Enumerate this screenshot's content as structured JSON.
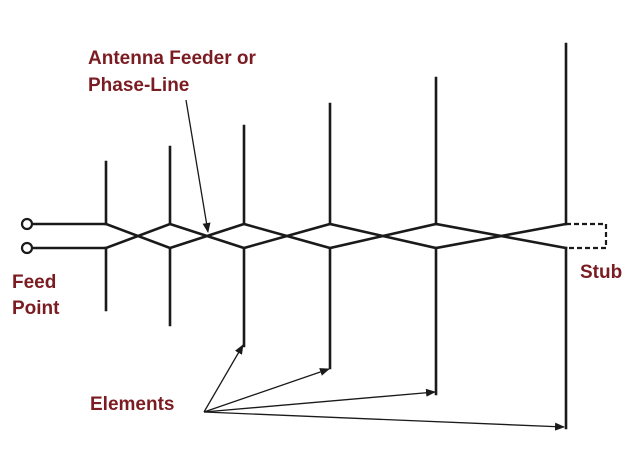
{
  "labels": {
    "feeder_line1": "Antenna Feeder or",
    "feeder_line2": "Phase-Line",
    "feed_line1": "Feed",
    "feed_line2": "Point",
    "stub": "Stub",
    "elements": "Elements"
  },
  "colors": {
    "label": "#7a1c22",
    "line": "#1a1a1a",
    "background": "#ffffff"
  },
  "element_count": 6
}
